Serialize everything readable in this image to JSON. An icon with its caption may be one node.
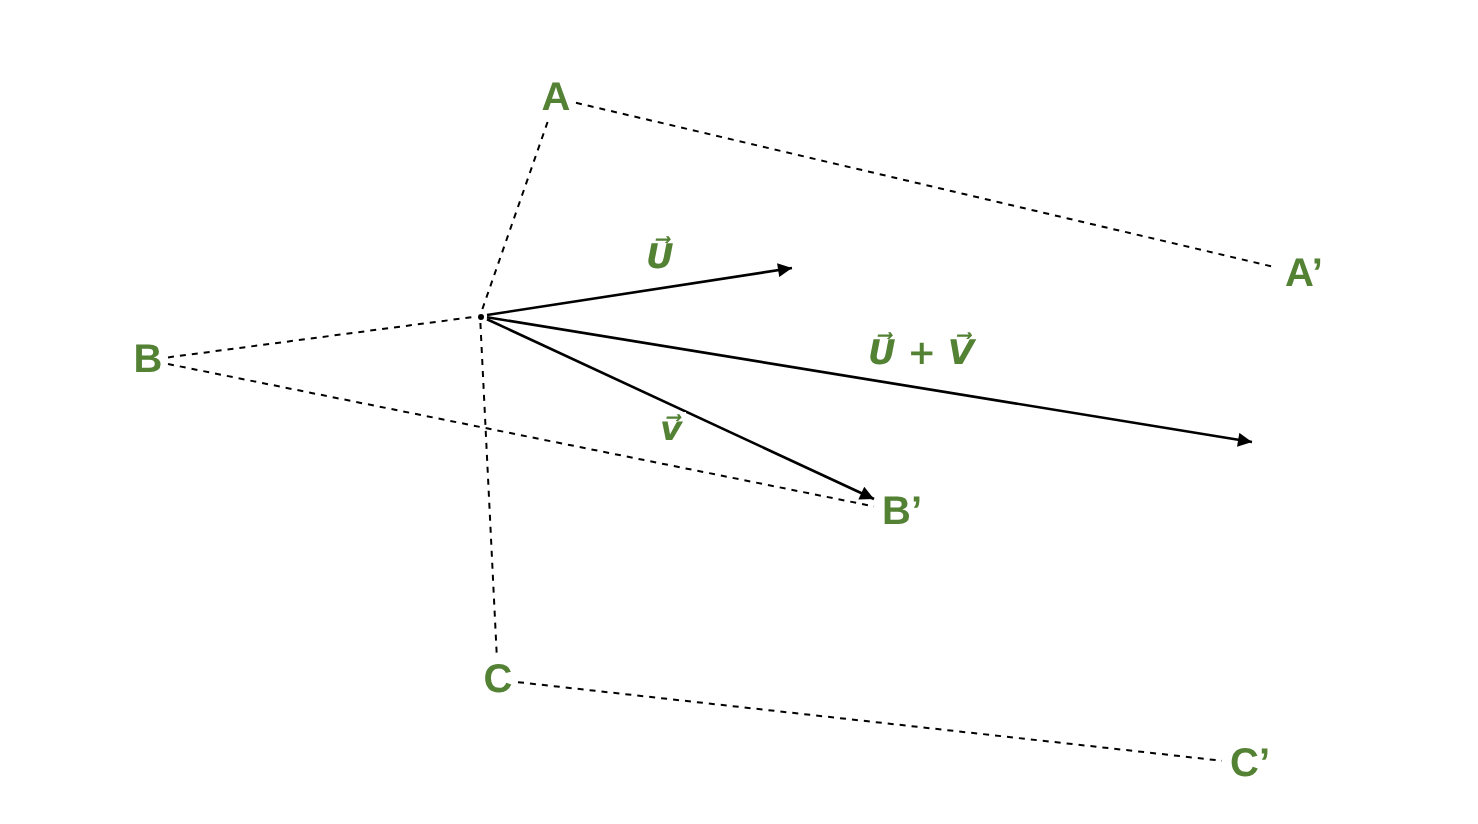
{
  "diagram": {
    "nodes": [
      {
        "text": [],
        "shape": "dot"
      },
      {
        "text": [
          "A"
        ]
      },
      {
        "text": [
          "A’"
        ]
      },
      {
        "text": [
          "B"
        ]
      },
      {
        "text": [
          "B’"
        ]
      },
      {
        "text": [
          "C"
        ]
      },
      {
        "text": [
          "C’"
        ]
      }
    ],
    "edges": [
      {
        "from": 0,
        "to": 1,
        "arrow": "none",
        "style": "dashed"
      },
      {
        "from": 1,
        "to": 2,
        "arrow": "none",
        "style": "dashed"
      },
      {
        "from": 3,
        "to": 0,
        "arrow": "none",
        "style": "dashed"
      },
      {
        "from": 3,
        "to": 4,
        "arrow": "none",
        "style": "dashed"
      },
      {
        "from": 0,
        "to": 5,
        "arrow": "none",
        "style": "dashed"
      },
      {
        "from": 5,
        "to": 6,
        "arrow": "none",
        "style": "dashed"
      },
      {
        "from": 0,
        "to": null,
        "arrow": "to",
        "label": "U⃗"
      },
      {
        "from": 0,
        "to": 4,
        "arrow": "to",
        "label": "v⃗"
      },
      {
        "from": 0,
        "to": null,
        "arrow": "to",
        "label": "U⃗ + V⃗"
      }
    ]
  }
}
